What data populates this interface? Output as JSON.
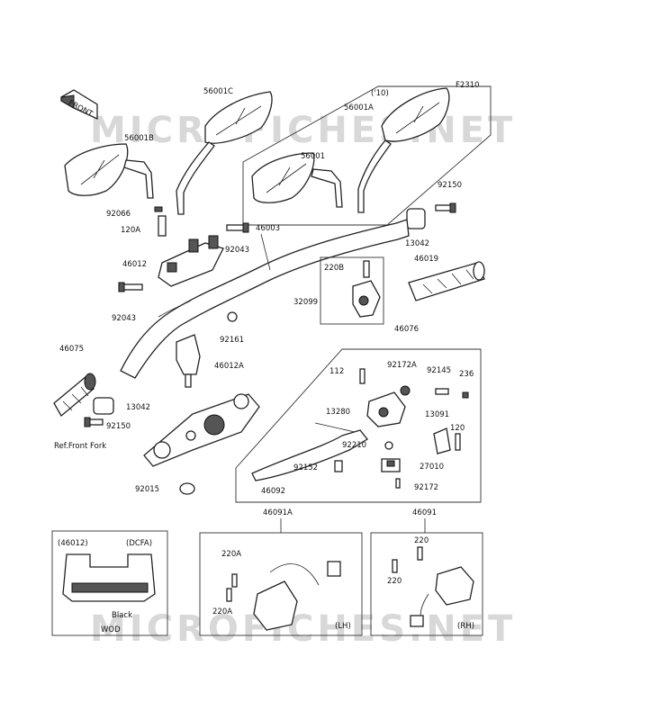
{
  "diagram_code": "F2310",
  "watermark": "MICROFICHES.NET",
  "front_marker": "FRONT",
  "year_note": "('10)",
  "ref_note": "Ref.Front Fork",
  "callouts": {
    "p56001C": "56001C",
    "p56001B": "56001B",
    "p56001A": "56001A",
    "p56001": "56001",
    "p92150_top": "92150",
    "p92066": "92066",
    "p120A": "120A",
    "p92043_top": "92043",
    "p46003": "46003",
    "p13042_top": "13042",
    "p46012": "46012",
    "p46019": "46019",
    "p220B": "220B",
    "p32099": "32099",
    "p92043_left": "92043",
    "p46076": "46076",
    "p92161": "92161",
    "p46075": "46075",
    "p46012A": "46012A",
    "p112": "112",
    "p92172A": "92172A",
    "p92145": "92145",
    "p236": "236",
    "p13042_left": "13042",
    "p13280": "13280",
    "p13091": "13091",
    "p92150_left": "92150",
    "p120": "120",
    "p92210": "92210",
    "p92152": "92152",
    "p27010": "27010",
    "p46092": "46092",
    "p92172": "92172",
    "p92015": "92015",
    "p46091A": "46091A",
    "p46091": "46091",
    "p220_a": "220",
    "p220_b": "220",
    "p220A_a": "220A",
    "p220A_b": "220A"
  },
  "inset_left": {
    "part": "(46012)",
    "code": "(DCFA)",
    "color": "Black",
    "tag": "WOD"
  },
  "inset_lh": {
    "side": "(LH)"
  },
  "inset_rh": {
    "side": "(RH)"
  }
}
